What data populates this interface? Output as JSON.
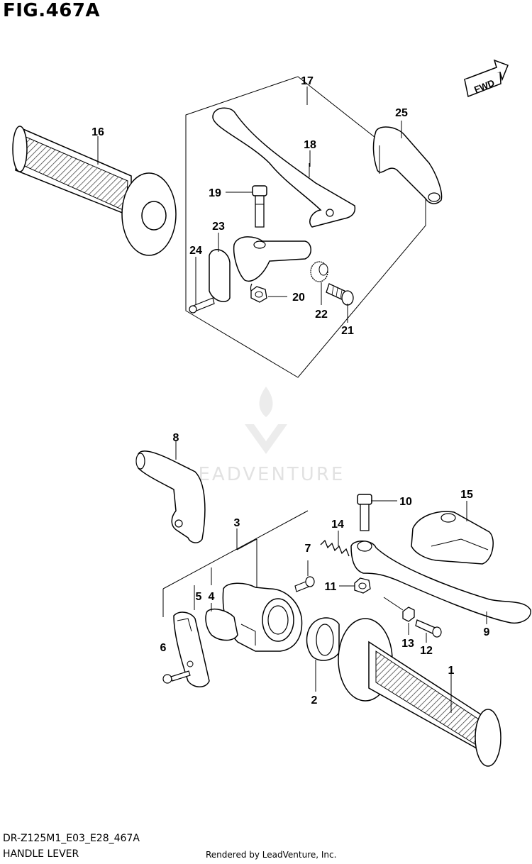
{
  "figure": {
    "title": "FIG.467A",
    "code": "DR-Z125M1_E03_E28_467A",
    "name": "HANDLE LEVER",
    "credit": "Rendered by LeadVenture, Inc.",
    "watermark": "LEADVENTURE",
    "fwd_label": "FWD"
  },
  "callouts": {
    "c1": "1",
    "c2": "2",
    "c3": "3",
    "c4": "4",
    "c5": "5",
    "c6": "6",
    "c7": "7",
    "c8": "8",
    "c9": "9",
    "c10": "10",
    "c11": "11",
    "c12": "12",
    "c13": "13",
    "c14": "14",
    "c15": "15",
    "c16": "16",
    "c17": "17",
    "c18": "18",
    "c19": "19",
    "c20": "20",
    "c21": "21",
    "c22": "22",
    "c23": "23",
    "c24": "24",
    "c25": "25"
  },
  "colors": {
    "line": "#000000",
    "hatch": "#555555",
    "watermark": "#e2e2e2"
  }
}
